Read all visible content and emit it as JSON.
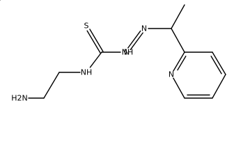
{
  "molecule": {
    "atoms": [
      {
        "id": "S1",
        "element": "S",
        "label": "S"
      },
      {
        "id": "C1",
        "element": "C",
        "label": ""
      },
      {
        "id": "N1",
        "element": "N",
        "label": "NH"
      },
      {
        "id": "N2",
        "element": "N",
        "label": "N"
      },
      {
        "id": "N3",
        "element": "N",
        "label": "N"
      },
      {
        "id": "C2",
        "element": "C",
        "label": ""
      },
      {
        "id": "C3",
        "element": "C",
        "label": ""
      },
      {
        "id": "N4",
        "element": "N",
        "label": "NH"
      },
      {
        "id": "C4",
        "element": "C",
        "label": ""
      },
      {
        "id": "C5",
        "element": "C",
        "label": ""
      },
      {
        "id": "N5",
        "element": "N",
        "label": "H2N"
      },
      {
        "id": "Cp2",
        "element": "C",
        "label": ""
      },
      {
        "id": "Np",
        "element": "N",
        "label": "N"
      },
      {
        "id": "Cp6",
        "element": "C",
        "label": ""
      },
      {
        "id": "Cp5",
        "element": "C",
        "label": ""
      },
      {
        "id": "Cp4",
        "element": "C",
        "label": ""
      },
      {
        "id": "Cp3",
        "element": "C",
        "label": ""
      }
    ],
    "bonds": [
      {
        "a": "C1",
        "b": "S1",
        "order": 2
      },
      {
        "a": "C1",
        "b": "N1",
        "order": 1
      },
      {
        "a": "N1",
        "b": "N2",
        "order": 1
      },
      {
        "a": "N2",
        "b": "N3",
        "order": 2
      },
      {
        "a": "N3",
        "b": "C2",
        "order": 1
      },
      {
        "a": "C2",
        "b": "C3",
        "order": 1
      },
      {
        "a": "C1",
        "b": "N4",
        "order": 1
      },
      {
        "a": "N4",
        "b": "C4",
        "order": 1
      },
      {
        "a": "C4",
        "b": "C5",
        "order": 1
      },
      {
        "a": "C5",
        "b": "N5",
        "order": 1
      },
      {
        "a": "C2",
        "b": "Cp2",
        "order": 1
      },
      {
        "a": "Cp2",
        "b": "Np",
        "order": 2
      },
      {
        "a": "Np",
        "b": "Cp6",
        "order": 1
      },
      {
        "a": "Cp6",
        "b": "Cp5",
        "order": 2
      },
      {
        "a": "Cp5",
        "b": "Cp4",
        "order": 1
      },
      {
        "a": "Cp4",
        "b": "Cp3",
        "order": 2
      },
      {
        "a": "Cp3",
        "b": "Cp2",
        "order": 1
      }
    ]
  }
}
